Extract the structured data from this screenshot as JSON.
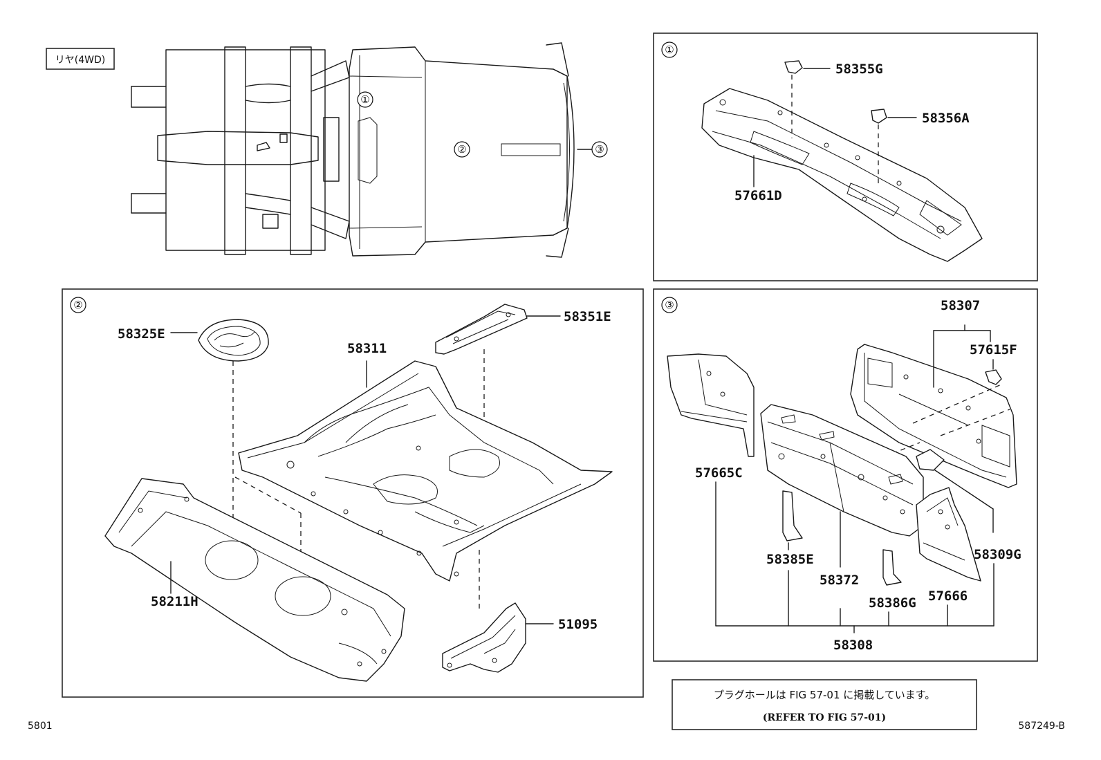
{
  "header": {
    "region_tag": "リヤ(4WD)"
  },
  "callouts": {
    "c1": "①",
    "c2": "②",
    "c3": "③"
  },
  "panel1": {
    "parts": {
      "p58355G": "58355G",
      "p58356A": "58356A",
      "p57661D": "57661D"
    }
  },
  "panel2": {
    "parts": {
      "p58325E": "58325E",
      "p58351E": "58351E",
      "p58311": "58311",
      "p58211H": "58211H",
      "p51095": "51095"
    }
  },
  "panel3": {
    "parts": {
      "p58307": "58307",
      "p57615F": "57615F",
      "p57665C": "57665C",
      "p58309G": "58309G",
      "p58385E": "58385E",
      "p58372": "58372",
      "p58386G": "58386G",
      "p57666": "57666",
      "p58308": "58308"
    }
  },
  "note": {
    "line1": "プラグホールは FIG 57-01 に掲載しています。",
    "line2": "(REFER TO FIG 57-01)"
  },
  "footer": {
    "page_code": "5801",
    "figure_code": "587249-B"
  }
}
